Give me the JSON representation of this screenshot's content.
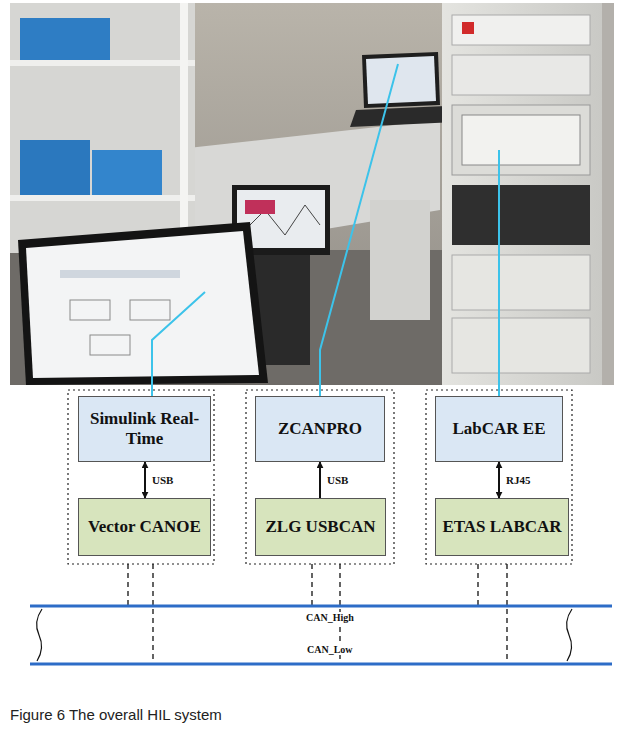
{
  "diagram": {
    "caption": "Figure 6 The overall HIL system",
    "nodes": [
      {
        "text": [
          "Simulink Real-Time"
        ]
      },
      {
        "text": [
          "Vector CANOE"
        ]
      },
      {
        "text": [
          "ZCANPRO"
        ]
      },
      {
        "text": [
          "ZLG USBCAN"
        ]
      },
      {
        "text": [
          "LabCAR EE"
        ]
      },
      {
        "text": [
          "ETAS LABCAR"
        ]
      }
    ],
    "edges": [
      {
        "from": 0,
        "to": 1,
        "label": "USB",
        "arrow": "both"
      },
      {
        "from": 3,
        "to": 2,
        "label": "USB",
        "arrow": "to"
      },
      {
        "from": 4,
        "to": 5,
        "label": "RJ45",
        "arrow": "both"
      }
    ],
    "labels": [
      "CAN_High",
      "CAN_Low"
    ]
  }
}
